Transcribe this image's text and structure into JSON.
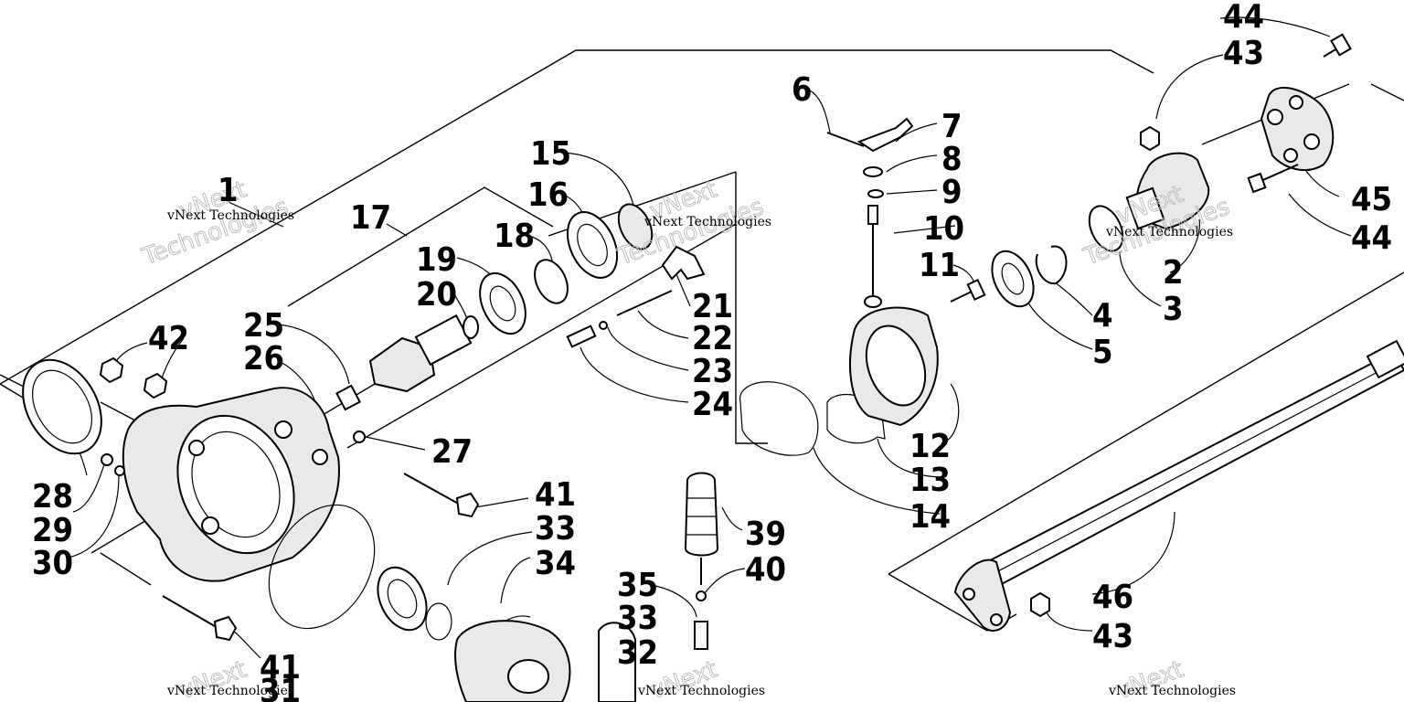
{
  "watermark": {
    "line1": "vNext",
    "line2": "Technologies",
    "caption": "vNext Technologies"
  },
  "labels": {
    "l1": "1",
    "l2": "2",
    "l3": "3",
    "l4": "4",
    "l5": "5",
    "l6": "6",
    "l7": "7",
    "l8": "8",
    "l9": "9",
    "l10": "10",
    "l11": "11",
    "l12": "12",
    "l13": "13",
    "l14": "14",
    "l15": "15",
    "l16": "16",
    "l17": "17",
    "l18": "18",
    "l19": "19",
    "l20": "20",
    "l21": "21",
    "l22": "22",
    "l23": "23",
    "l24": "24",
    "l25": "25",
    "l26": "26",
    "l27": "27",
    "l28": "28",
    "l29": "29",
    "l30": "30",
    "l31": "31",
    "l32": "32",
    "l33": "33",
    "l33b": "33",
    "l34": "34",
    "l35": "35",
    "l39": "39",
    "l40": "40",
    "l41": "41",
    "l41b": "41",
    "l42": "42",
    "l43": "43",
    "l43b": "43",
    "l44": "44",
    "l44b": "44",
    "l45": "45",
    "l46": "46"
  }
}
